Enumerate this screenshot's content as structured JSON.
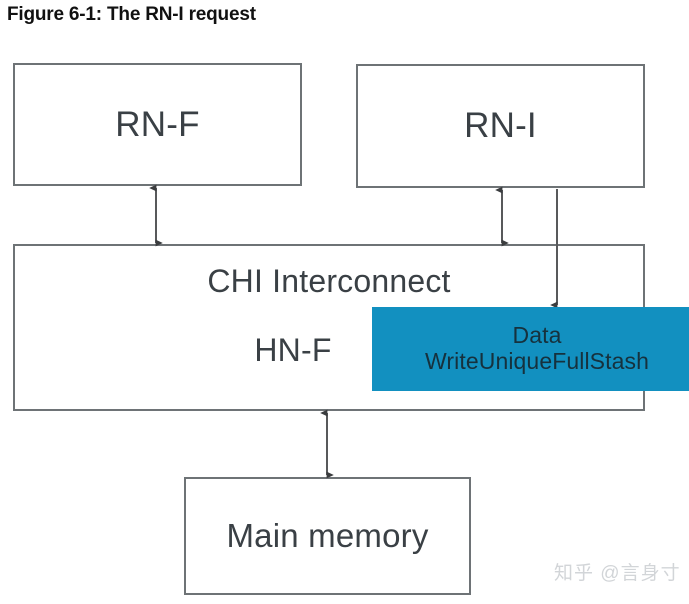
{
  "figure": {
    "title": "Figure 6-1: The RN-I request",
    "watermark": "知乎 @言身寸",
    "colors": {
      "callout_fill": "#1290c0",
      "box_border": "#6e7376",
      "box_fill": "#ffffff",
      "label_text": "#3a4045",
      "title_text": "#111111",
      "watermark_text": "#d2d5d8",
      "connector_line": "#58595b"
    }
  },
  "nodes": {
    "rn_f": {
      "label": "RN-F"
    },
    "rn_i": {
      "label": "RN-I"
    },
    "interconnect": {
      "label": "CHI Interconnect",
      "home_node_label": "HN-F"
    },
    "main_memory": {
      "label": "Main memory"
    }
  },
  "callout": {
    "line1": "Data",
    "line2": "WriteUniqueFullStash"
  },
  "connectors": [
    {
      "name": "rnf-to-interconnect",
      "style": "double-headed",
      "orientation": "vertical"
    },
    {
      "name": "rni-to-interconnect",
      "style": "double-headed",
      "orientation": "vertical"
    },
    {
      "name": "rni-to-data-callout",
      "style": "single-headed",
      "orientation": "vertical"
    },
    {
      "name": "interconnect-to-main-memory",
      "style": "double-headed",
      "orientation": "vertical"
    }
  ]
}
